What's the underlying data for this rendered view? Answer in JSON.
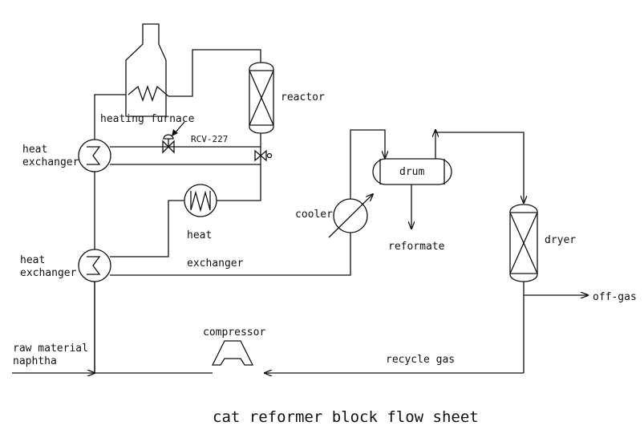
{
  "title": "cat reformer block flow sheet",
  "labels": {
    "heating_furnace": "heating furnace",
    "reactor": "reactor",
    "valve_tag": "RCV-227",
    "heat_exchanger_1_line1": "heat",
    "heat_exchanger_1_line2": "exchanger",
    "heat_exchanger_2_line1": "heat",
    "heat_exchanger_2_line2": "exchanger",
    "heat_exchanger_3_line1": "heat",
    "heat_exchanger_3_line2": "exchanger",
    "cooler": "cooler",
    "drum": "drum",
    "reformate": "reformate",
    "dryer": "dryer",
    "off_gas": "off-gas",
    "compressor": "compressor",
    "raw_material_line1": "raw material",
    "raw_material_line2": "naphtha",
    "recycle_gas": "recycle gas"
  }
}
